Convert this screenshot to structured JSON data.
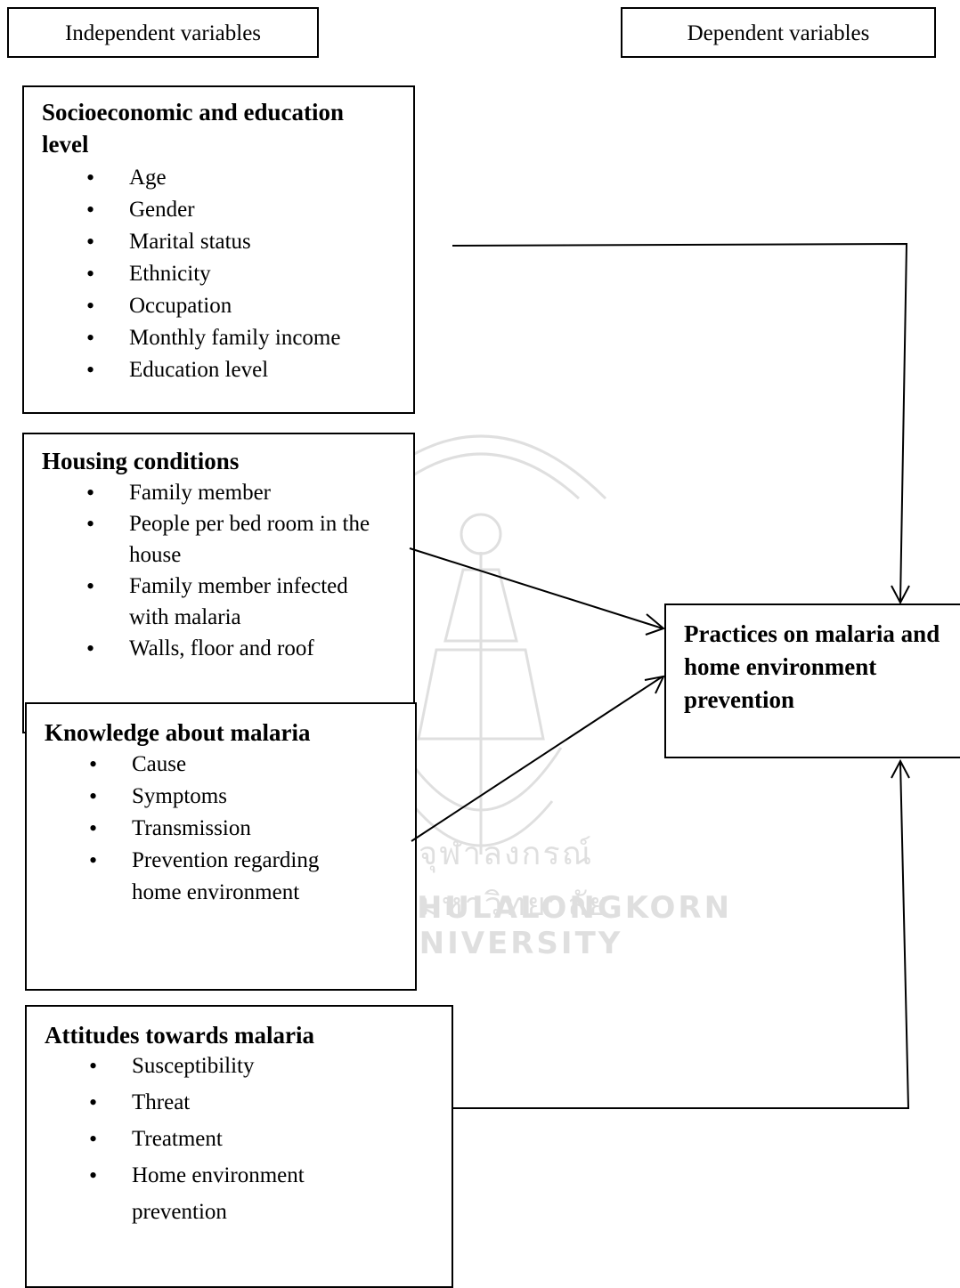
{
  "headers": {
    "independent": "Independent variables",
    "dependent": "Dependent variables"
  },
  "socioeconomic": {
    "title": "Socioeconomic and education level",
    "items": [
      "Age",
      "Gender",
      "Marital status",
      "Ethnicity",
      "Occupation",
      "Monthly family income",
      "Education level"
    ]
  },
  "housing": {
    "title": "Housing conditions",
    "items": [
      "Family member",
      "People per bed room in the house",
      "Family member infected with malaria",
      "Walls, floor and roof"
    ]
  },
  "knowledge": {
    "title": "Knowledge about malaria",
    "items": [
      "Cause",
      "Symptoms",
      "Transmission",
      "Prevention regarding home environment"
    ]
  },
  "attitudes": {
    "title": "Attitudes towards malaria",
    "items": [
      "Susceptibility",
      "Threat",
      "Treatment",
      "Home environment prevention"
    ]
  },
  "outcome": {
    "title": "Practices on malaria and home environment prevention"
  },
  "watermark": {
    "thai_text": "จุฬาลงกรณ์มหาวิทยาลัย",
    "english_text": "CHULALONGKORN UNIVERSITY"
  }
}
